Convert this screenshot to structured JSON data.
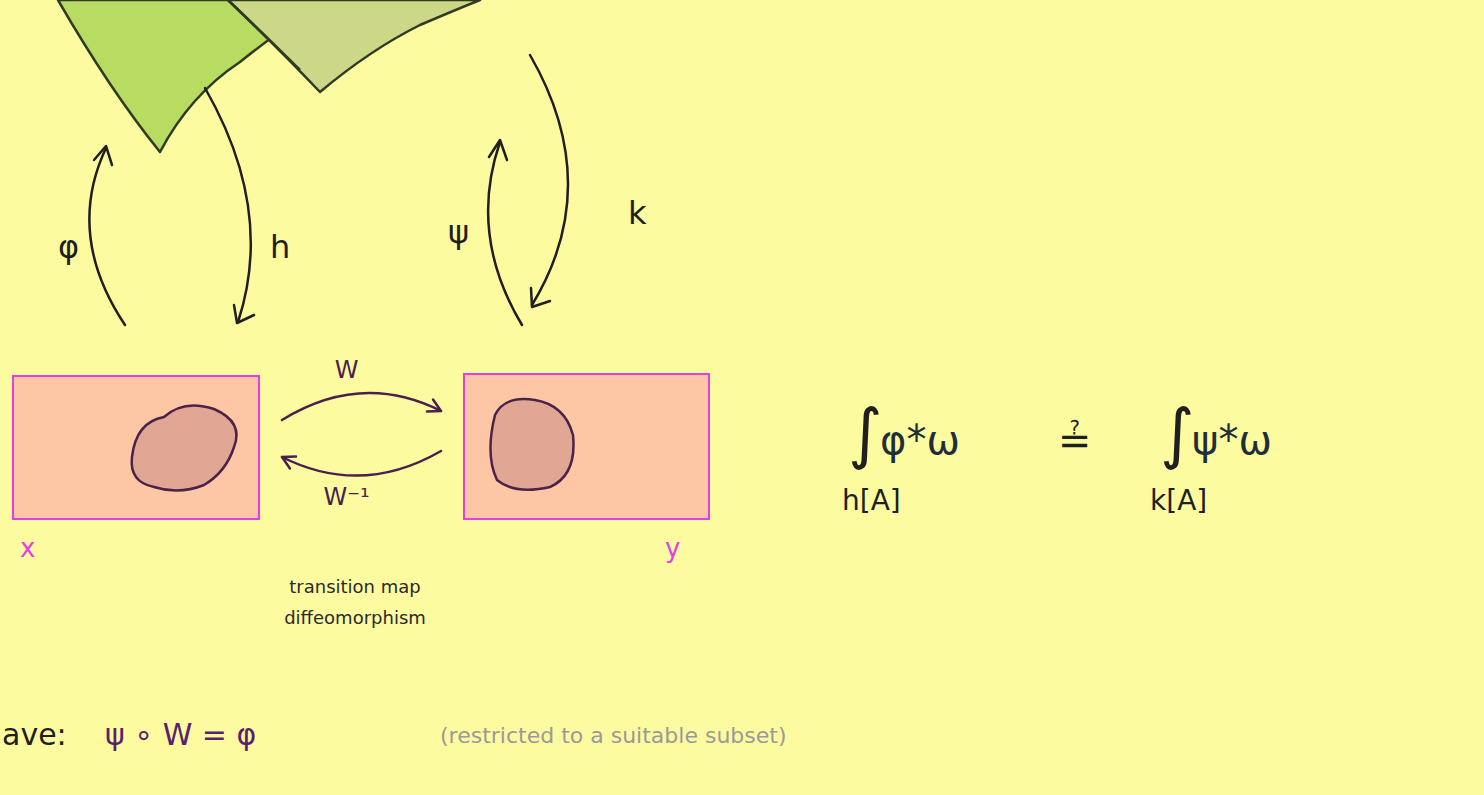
{
  "diagram": {
    "nodes": [
      {
        "text": [
          "x"
        ]
      },
      {
        "text": [
          "y"
        ]
      }
    ],
    "edges": [
      {
        "from": 0,
        "to": 1,
        "arrow": "to",
        "label": "W"
      },
      {
        "from": 1,
        "to": 0,
        "arrow": "to",
        "label": "W⁻¹"
      }
    ],
    "labels": [
      "φ",
      "h",
      "ψ",
      "k",
      "transition map diffeomorphism",
      "∫",
      "φ*ω",
      "≟",
      "∫",
      "ψ*ω",
      "h[A]",
      "k[A]",
      "ave:",
      "ψ ∘ W = φ",
      "(restricted to a suitable subset)"
    ]
  }
}
